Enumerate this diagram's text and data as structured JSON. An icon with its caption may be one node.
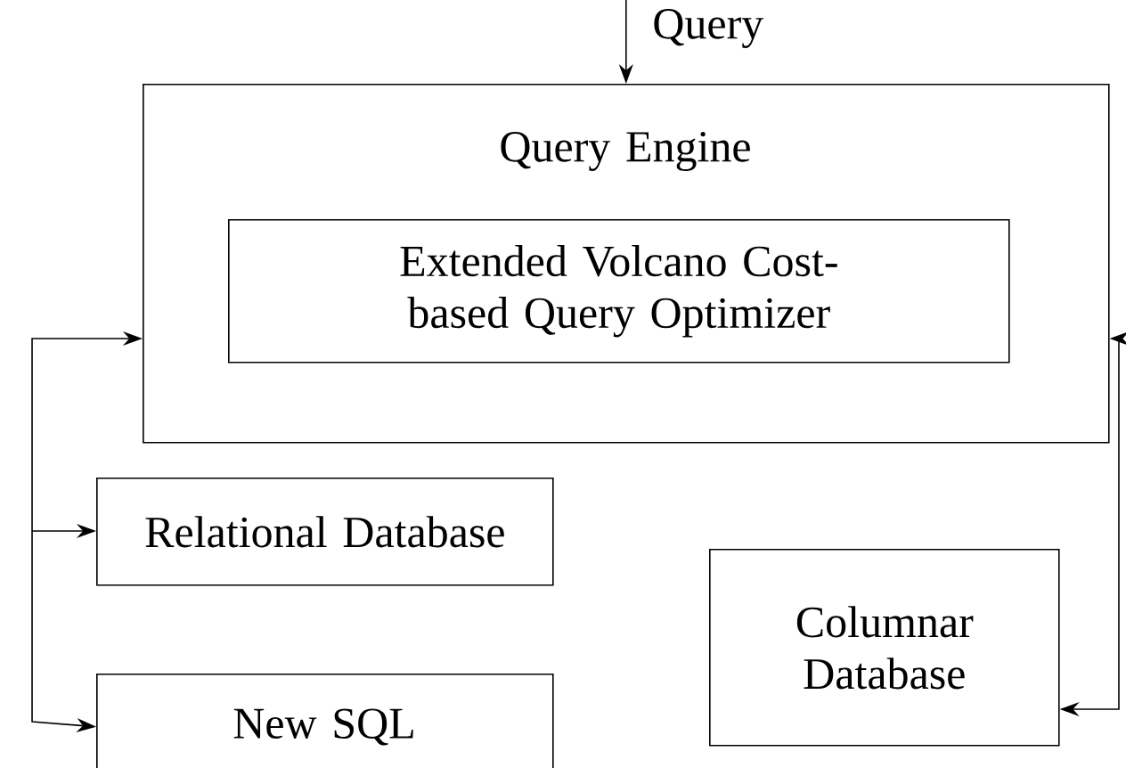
{
  "diagram": {
    "nodes": [
      {
        "text": [
          "Query Engine"
        ]
      },
      {
        "text": [
          "Extended Volcano Cost-based Query Optimizer"
        ],
        "in": 0
      },
      {
        "text": [
          "Relational Database"
        ]
      },
      {
        "text": [
          "New SQL"
        ]
      },
      {
        "text": [
          "Columnar Database"
        ]
      }
    ],
    "edges": [
      {
        "from": null,
        "to": 0,
        "arrow": "to",
        "label": "Query"
      },
      {
        "from": 0,
        "to": 2,
        "arrow": "both"
      },
      {
        "from": 0,
        "to": 3,
        "arrow": "both"
      },
      {
        "from": 0,
        "to": 4,
        "arrow": "both"
      }
    ]
  }
}
